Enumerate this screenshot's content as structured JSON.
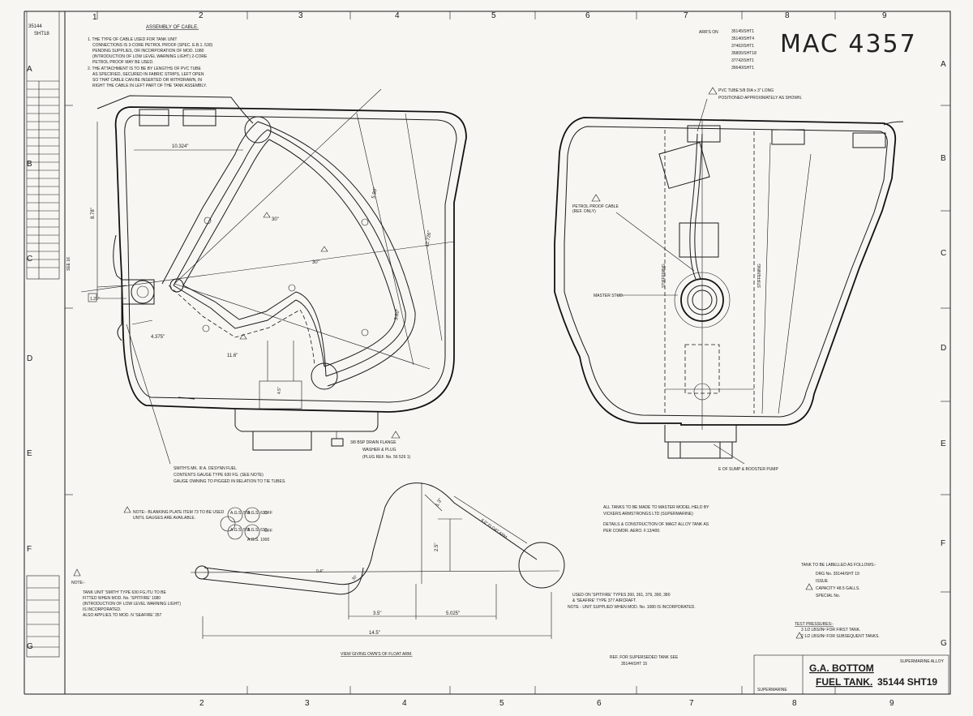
{
  "handwritten_id": "MAC 4357",
  "grid": {
    "columns_top": [
      "1",
      "2",
      "3",
      "4",
      "5",
      "6",
      "7",
      "8",
      "9"
    ],
    "columns_bottom": [
      "2",
      "3",
      "4",
      "5",
      "6",
      "7",
      "8",
      "9"
    ],
    "rows": [
      "A",
      "B",
      "C",
      "D",
      "E",
      "F",
      "G"
    ]
  },
  "left_strip": {
    "sheet_no": "35144",
    "sheet_label": "SHT18",
    "note": "SEE 16"
  },
  "assembly_note": {
    "heading": "ASSEMBLY OF CABLE.",
    "item1": [
      "1. THE TYPE OF CABLE USED FOR TANK UNIT",
      "CONNECTIONS IS 3-CORE PETROL PROOF (SPEC. E.B.1. 530)",
      "PENDING SUPPLIES, OR INCORPORATION OF MOD. 1080",
      "(INTRODUCTION OF LOW LEVEL WARNING LIGHT) 2-CORE",
      "PETROL PROOF MAY BE USED."
    ],
    "item2": [
      "2. THE ATTACHMENT IS TO BE BY LENGTHS OF PVC TUBE",
      "AS SPECIFIED, SECURED IN FABRIC STRIPS, LEFT OPEN",
      "SO THAT CABLE CAN BE INSERTED OR WITHDRAWN, IN",
      "RIGHT THE CABLE IN LEFT PART OF THE TANK ASSEMBLY."
    ]
  },
  "arrangement_list": {
    "label": "ARR'S ON",
    "items": [
      "35145/SHT1",
      "35140/SHT4",
      "37462/SHT1",
      "35805/SHT18",
      "37742/SHT1",
      "35640/SHT1"
    ]
  },
  "right_view_labels": {
    "pvc_tube": [
      "PVC TUBE 5/8 DIA x 3\" LONG",
      "POSITIONED APPROXIMATELY AS SHOWN."
    ],
    "cable": [
      "PETROL PROOF CABLE",
      "(REF. ONLY)"
    ],
    "master_stud": "MASTER STUD.",
    "stiffening_left": "STIFFENING",
    "stiffening_right": "STIFFENING",
    "sump_note": "E OF SUMP & BOOSTER PUMP"
  },
  "left_view_labels": {
    "dim_top": "10.324\"",
    "dim_left": "8.78\"",
    "dim_r1": "5.90\"",
    "dim_r2": "12.726\"",
    "dim_r3": "3.60\"",
    "dim_low": "11.6\"",
    "dim_small": "4.375\"",
    "dim_edge": "1.25\"",
    "angle_1": "30\"",
    "angle_2": "30\"",
    "dim_vert": "4.5\"",
    "gauge_note": [
      "SMITH'S MK. III A. DESYNN FUEL",
      "CONTENTS GAUGE TYPE 630 FG. (SEE NOTE)",
      "GAUGE OWNING TO PIGGED IN RELATION TO TIE TUBES."
    ],
    "drain": [
      "3/8 BSP DRAIN FLANGE",
      "WASHER & PLUG",
      "(PLUG REF. No. 56 526 1)"
    ]
  },
  "float_arm": {
    "note": [
      "NOTE:- BLANKING PLATE ITEM 73 TO BE USED",
      "UNTIL GAUGES ARE AVAILABLE."
    ],
    "cells": [
      "A.G.S. 570",
      "A.G.S. 632",
      "A.G.S. 575",
      "A.G.S. 632",
      "A.G.S. 1000"
    ],
    "cells_side": [
      "OFF",
      "OFF"
    ],
    "dim_a": "0.4\"",
    "dim_b": "3.5\"",
    "dim_c": "5.025\"",
    "dim_d": "14.5\"",
    "dim_e": "2.5\"",
    "dim_f": "1.3\"",
    "dim_g": "6.0\" FLOAT ARM.",
    "angle": "30'",
    "view_label": "VIEW GIVING OWN'S OF FLOAT ARM.",
    "used_on": [
      "USED ON 'SPITFIRE' TYPES 300, 361, 376, 390, 380",
      "& 'SEAFIRE' TYPE 377 AIRCRAFT."
    ],
    "used_note": "NOTE - UNIT SUPPLIED WHEN MOD. No. 1080 IS INCORPORATED."
  },
  "notes_left": {
    "heading": "NOTE:-",
    "lines": [
      "TANK UNIT 'SMITH' TYPE 630 FG./TU TO BE",
      "FITTED WHEN MOD. No. 'SPITFIRE' 1080",
      "(INTRODUCTION OF LOW LEVEL WARNING LIGHT)",
      "IS INCORPORATED.",
      "ALSO APPLIES TO MOD. N 'SEAFIRE' 357"
    ]
  },
  "master_note": [
    "ALL TANKS TO BE MADE TO MASTER MODEL HELD BY",
    "VICKERS ARMSTRONGS LTD (SUPERMARINE)",
    "DETAILS & CONSTRUCTION OF MAGT ALLOY TANK AS",
    "PER COMDR. AERO. F.13/400."
  ],
  "label_note": {
    "heading": "TANK TO BE LABELLED AS FOLLOWS:-",
    "lines": [
      "DRG No. 35144/SHT 19",
      "ISSUE",
      "CAPACITY 48.5 GALLS.",
      "SPECIAL No."
    ]
  },
  "test_pressures": {
    "heading": "TEST PRESSURES:-",
    "lines": [
      "3 1/2 LBS/IN² FOR FIRST TANK.",
      "2 1/2 LBS/IN² FOR SUBSEQUENT TANKS."
    ]
  },
  "ref_note": [
    "REF. FOR SUPERSEDED TANK SEE",
    "35144/SHT 15"
  ],
  "title_block": {
    "line1": "G.A. BOTTOM",
    "line2": "FUEL TANK.",
    "drawing_no": "35144 SHT19",
    "stamp": "SUPERMARINE",
    "small": "SUPERMARINE ALLOY"
  }
}
